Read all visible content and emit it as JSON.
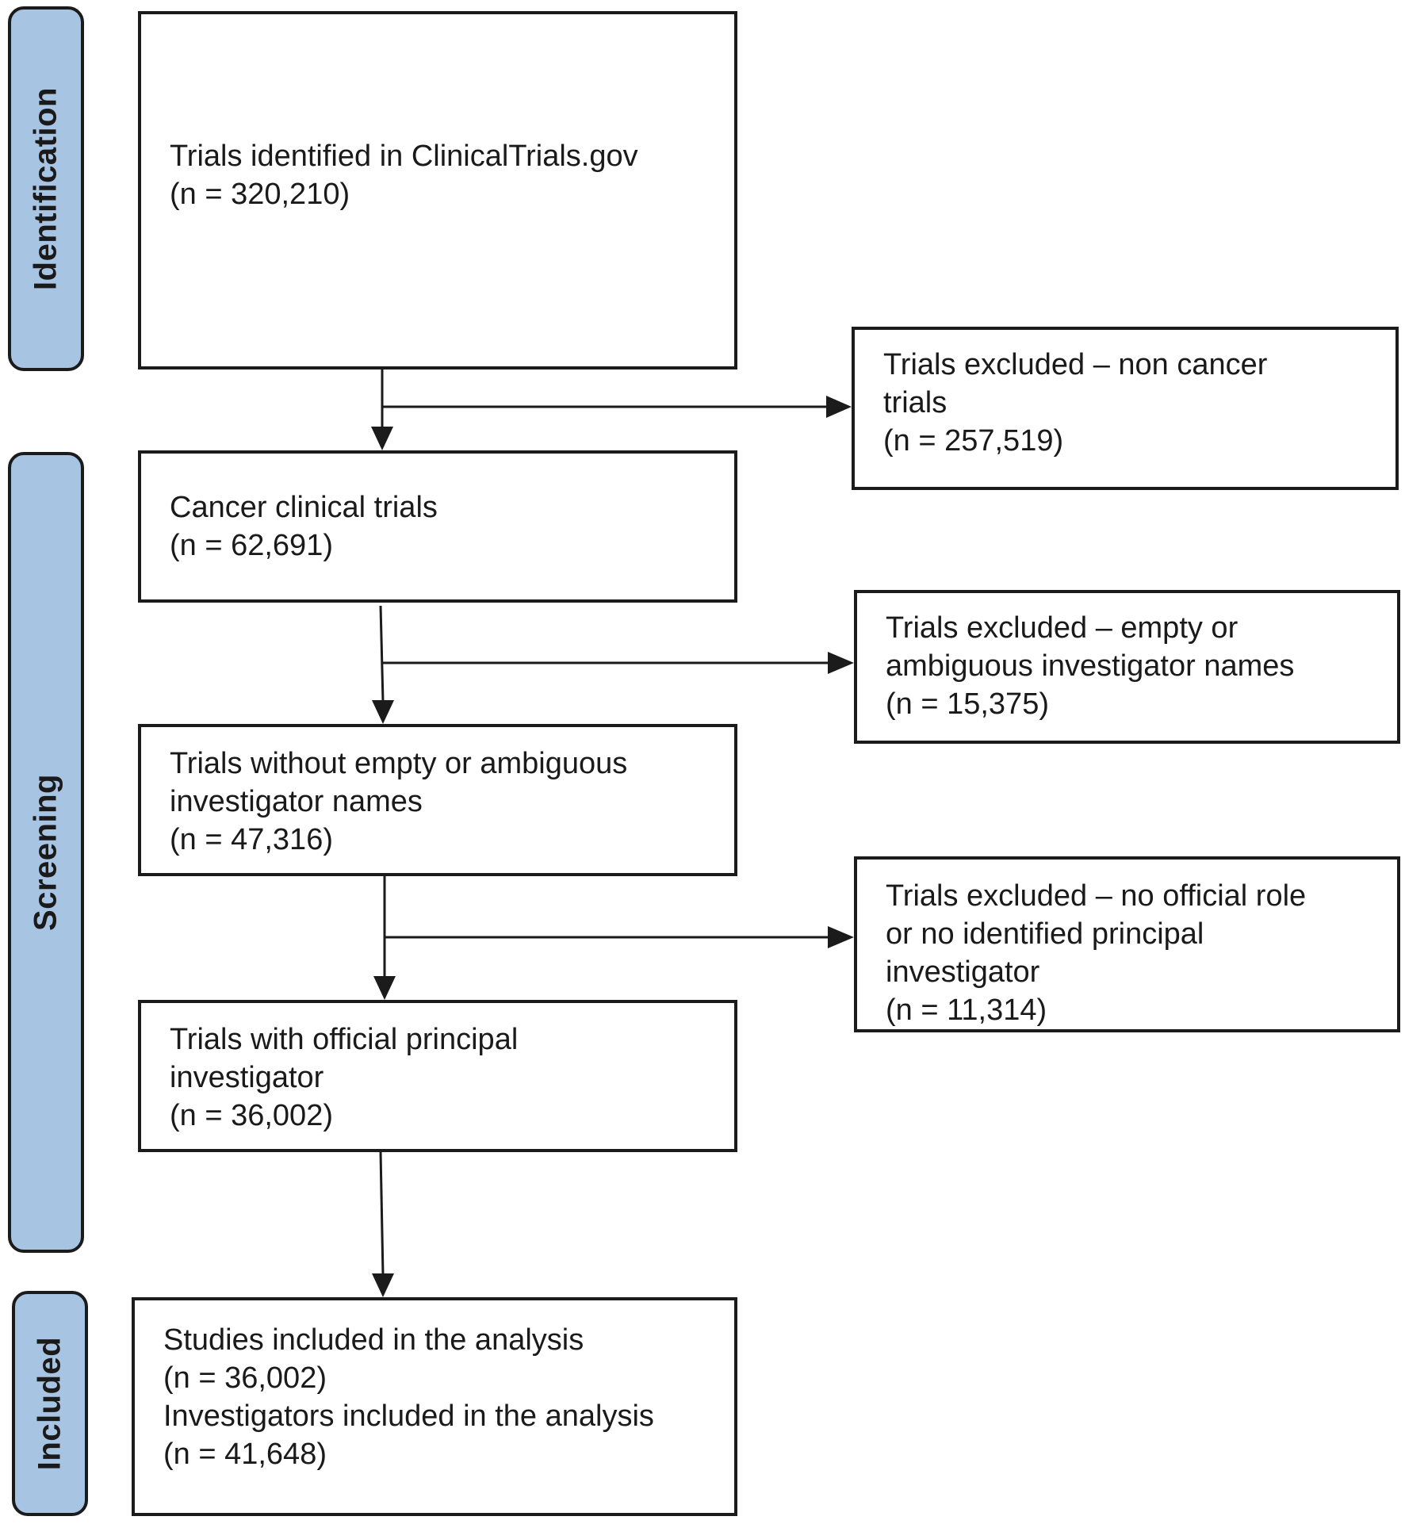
{
  "phases": {
    "identification": "Identification",
    "screening": "Screening",
    "included": "Included"
  },
  "boxes": {
    "identified": {
      "line1": "Trials identified in ClinicalTrials.gov",
      "line2": "(n = 320,210)"
    },
    "cancer": {
      "line1": "Cancer clinical trials",
      "line2": "(n = 62,691)"
    },
    "without_empty": {
      "line1": "Trials without empty or ambiguous",
      "line2": "investigator names",
      "line3": "(n = 47,316)"
    },
    "official_pi": {
      "line1": "Trials with official principal",
      "line2": "investigator",
      "line3": "(n = 36,002)"
    },
    "included": {
      "line1": "Studies included in the analysis",
      "line2": "(n = 36,002)",
      "line3": "Investigators included in the analysis",
      "line4": "(n = 41,648)"
    },
    "excluded_noncancer": {
      "line1": "Trials excluded – non cancer",
      "line2": "trials",
      "line3": "(n = 257,519)"
    },
    "excluded_empty": {
      "line1": "Trials excluded – empty or",
      "line2": "ambiguous investigator names",
      "line3": "(n = 15,375)"
    },
    "excluded_norole": {
      "line1": "Trials excluded – no official role",
      "line2": "or no identified principal",
      "line3": "investigator",
      "line4": "(n = 11,314)"
    }
  },
  "colors": {
    "phase_fill": "#a7c4e2",
    "stroke": "#1b1b1b"
  }
}
